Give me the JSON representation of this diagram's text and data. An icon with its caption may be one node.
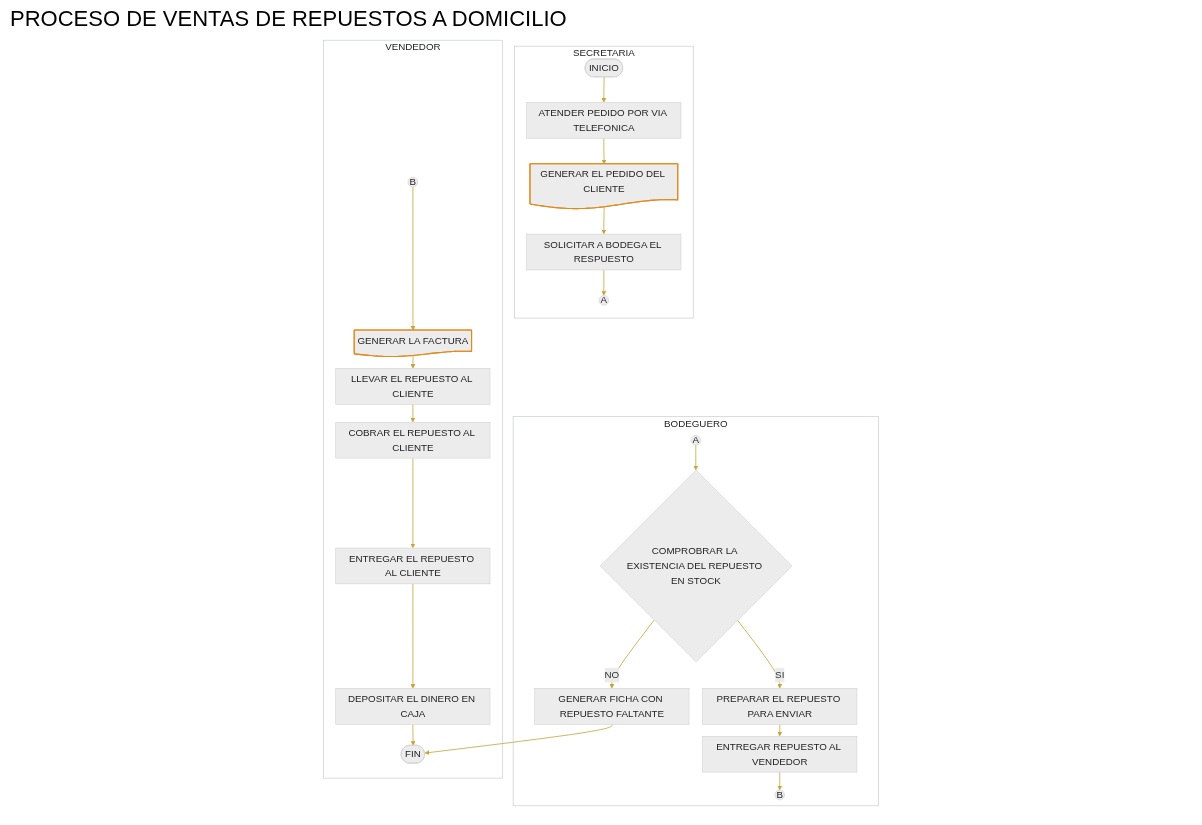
{
  "diagram": {
    "title": "PROCESO DE VENTAS DE REPUESTOS A DOMICILIO",
    "nodes": [
      {
        "text": [
          "BODEGUERO"
        ]
      },
      {
        "text": [
          "A"
        ],
        "in": 0
      },
      {
        "text": [
          "COMPROBRAR LA EXISTENCIA DEL REPUESTO EN STOCK"
        ],
        "in": 0
      },
      {
        "text": [
          "PREPARAR EL REPUESTO PARA ENVIAR"
        ],
        "in": 0
      },
      {
        "text": [
          "GENERAR FICHA CON REPUESTO FALTANTE"
        ],
        "in": 0
      },
      {
        "text": [
          "ENTREGAR REPUESTO AL VENDEDOR"
        ],
        "in": 0
      },
      {
        "text": [
          "B"
        ],
        "in": 0
      },
      {
        "text": [
          "SECRETARIA"
        ]
      },
      {
        "text": [
          "INICIO"
        ],
        "in": 7
      },
      {
        "text": [
          "ATENDER PEDIDO POR VIA TELEFONICA"
        ],
        "in": 7
      },
      {
        "text": [
          "GENERAR EL PEDIDO DEL CLIENTE"
        ],
        "in": 7
      },
      {
        "text": [
          "SOLICITAR A BODEGA EL RESPUESTO"
        ],
        "in": 7
      },
      {
        "text": [
          "A"
        ],
        "in": 7
      },
      {
        "text": [
          "VENDEDOR"
        ]
      },
      {
        "text": [
          "B"
        ],
        "in": 13
      },
      {
        "text": [
          "GENERAR LA FACTURA"
        ],
        "in": 13
      },
      {
        "text": [
          "LLEVAR EL REPUESTO AL CLIENTE"
        ],
        "in": 13
      },
      {
        "text": [
          "COBRAR EL REPUESTO AL CLIENTE"
        ],
        "in": 13
      },
      {
        "text": [
          "ENTREGAR EL REPUESTO AL CLIENTE"
        ],
        "in": 13
      },
      {
        "text": [
          "DEPOSITAR EL DINERO EN CAJA"
        ],
        "in": 13
      },
      {
        "text": [
          "FIN"
        ],
        "in": 13
      }
    ],
    "edges": [
      {
        "from": 1,
        "to": 2,
        "arrow": "to"
      },
      {
        "from": 2,
        "to": 3,
        "arrow": "to",
        "label": "SI"
      },
      {
        "from": 2,
        "to": 4,
        "arrow": "to",
        "label": "NO"
      },
      {
        "from": 3,
        "to": 5,
        "arrow": "to"
      },
      {
        "from": 5,
        "to": 6,
        "arrow": "to"
      },
      {
        "from": 4,
        "to": 20,
        "arrow": "to"
      },
      {
        "from": 8,
        "to": 9,
        "arrow": "to"
      },
      {
        "from": 9,
        "to": 10,
        "arrow": "to"
      },
      {
        "from": 10,
        "to": 11,
        "arrow": "to"
      },
      {
        "from": 11,
        "to": 12,
        "arrow": "to"
      },
      {
        "from": 14,
        "to": 15,
        "arrow": "to"
      },
      {
        "from": 15,
        "to": 16,
        "arrow": "to"
      },
      {
        "from": 16,
        "to": 17,
        "arrow": "to"
      },
      {
        "from": 17,
        "to": 18,
        "arrow": "to"
      },
      {
        "from": 18,
        "to": 19,
        "arrow": "to"
      },
      {
        "from": 19,
        "to": 20,
        "arrow": "to"
      }
    ]
  }
}
